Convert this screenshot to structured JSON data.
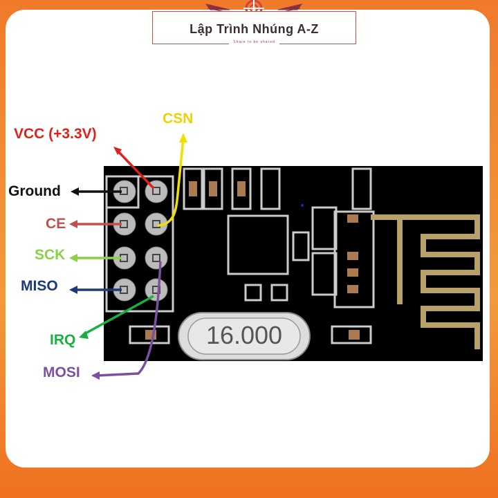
{
  "logo": {
    "title": "Lập Trình Nhúng A-Z",
    "tagline": "Share to be shared"
  },
  "pins": [
    {
      "label": "VCC (+3.3V)",
      "color": "#e0201a"
    },
    {
      "label": "CSN",
      "color": "#f0d000"
    },
    {
      "label": "Ground",
      "color": "#111111"
    },
    {
      "label": "CE",
      "color": "#c0504d"
    },
    {
      "label": "SCK",
      "color": "#8cd04a"
    },
    {
      "label": "MISO",
      "color": "#1a3a7a"
    },
    {
      "label": "IRQ",
      "color": "#1ab040"
    },
    {
      "label": "MOSI",
      "color": "#7a50a0"
    }
  ],
  "crystal": {
    "label": "16.000"
  }
}
